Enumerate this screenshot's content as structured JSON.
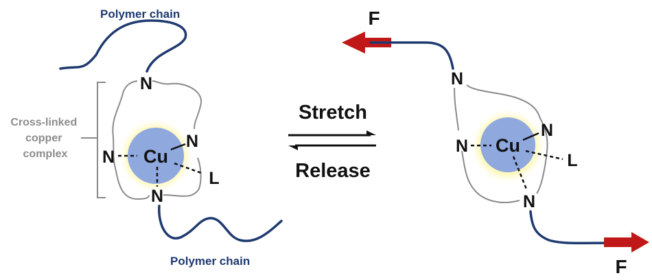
{
  "left_complex": {
    "top_chain_label": "Polymer chain",
    "bottom_chain_label": "Polymer chain",
    "bracket_label_lines": [
      "Cross-linked",
      "copper",
      "complex"
    ],
    "metal": "Cu",
    "ligand_atoms": {
      "top": "N",
      "left": "N",
      "right": "N",
      "bottom": "N"
    },
    "ligand": "L"
  },
  "equilibrium": {
    "forward_label": "Stretch",
    "reverse_label": "Release"
  },
  "right_complex": {
    "metal": "Cu",
    "ligand_atoms": {
      "top": "N",
      "left": "N",
      "right": "N",
      "bottom": "N"
    },
    "ligand": "L",
    "force_top": "F",
    "force_bottom": "F"
  },
  "colors": {
    "chain": "#1f3a70",
    "copper_disc": "#8fa8de",
    "glow": "#fff27a",
    "force_arrow": "#c01818",
    "annotation_grey": "#8c8c8c"
  }
}
